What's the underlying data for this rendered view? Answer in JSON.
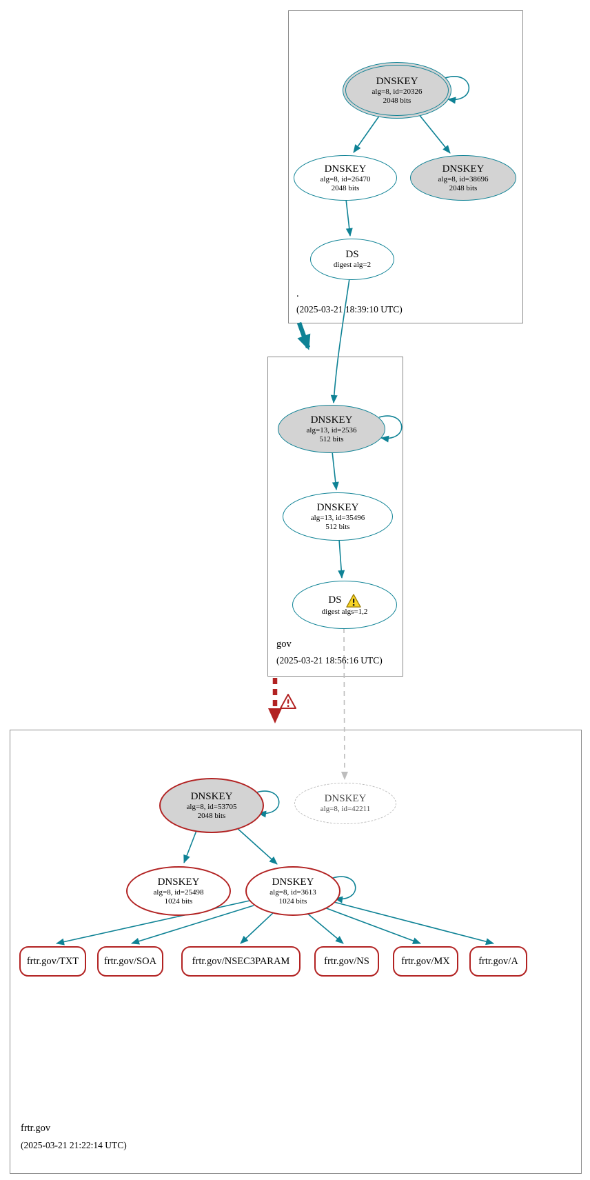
{
  "colors": {
    "edge_teal": "#0e8295",
    "error_red": "#b22222",
    "key_gray_fill": "#d3d3d3",
    "missing_dashed_gray": "#bdbdbd",
    "warning_yellow": "#f8d426"
  },
  "icons": {
    "warning": "warning-triangle-yellow",
    "error": "warning-triangle-red"
  },
  "zones": {
    "root": {
      "label": ".",
      "timestamp": "(2025-03-21 18:39:10 UTC)",
      "ksk": {
        "title": "DNSKEY",
        "alg": "alg=8, id=20326",
        "bits": "2048 bits"
      },
      "zsk": {
        "title": "DNSKEY",
        "alg": "alg=8, id=26470",
        "bits": "2048 bits"
      },
      "key38696": {
        "title": "DNSKEY",
        "alg": "alg=8, id=38696",
        "bits": "2048 bits"
      },
      "ds": {
        "title": "DS",
        "digest": "digest alg=2"
      }
    },
    "gov": {
      "label": "gov",
      "timestamp": "(2025-03-21 18:56:16 UTC)",
      "ksk": {
        "title": "DNSKEY",
        "alg": "alg=13, id=2536",
        "bits": "512 bits"
      },
      "zsk": {
        "title": "DNSKEY",
        "alg": "alg=13, id=35496",
        "bits": "512 bits"
      },
      "ds": {
        "title": "DS",
        "digest": "digest algs=1,2"
      }
    },
    "frtr": {
      "label": "frtr.gov",
      "timestamp": "(2025-03-21 21:22:14 UTC)",
      "ksk": {
        "title": "DNSKEY",
        "alg": "alg=8, id=53705",
        "bits": "2048 bits"
      },
      "missing": {
        "title": "DNSKEY",
        "alg": "alg=8, id=42211"
      },
      "zsk1": {
        "title": "DNSKEY",
        "alg": "alg=8, id=25498",
        "bits": "1024 bits"
      },
      "zsk2": {
        "title": "DNSKEY",
        "alg": "alg=8, id=3613",
        "bits": "1024 bits"
      },
      "rrsets": [
        "frtr.gov/TXT",
        "frtr.gov/SOA",
        "frtr.gov/NSEC3PARAM",
        "frtr.gov/NS",
        "frtr.gov/MX",
        "frtr.gov/A"
      ]
    }
  }
}
